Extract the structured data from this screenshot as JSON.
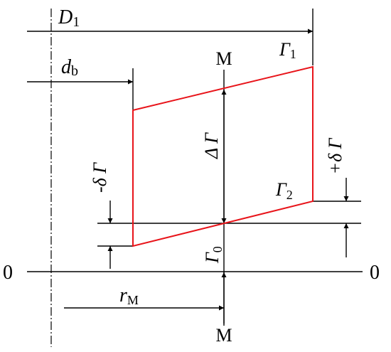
{
  "diagram": {
    "colors": {
      "profile": "#e8141a",
      "lines": "#000000"
    },
    "labels": {
      "D": "D",
      "D_sub": "1",
      "d": "d",
      "d_sub": "b",
      "M_top": "M",
      "M_bottom": "M",
      "gamma1": "Γ",
      "gamma1_sub": "1",
      "gamma2": "Γ",
      "gamma2_sub": "2",
      "gamma0": "Γ",
      "gamma0_sub": "0",
      "delta_gamma": "Δ Γ",
      "minus_dgamma": "-δ Γ",
      "plus_dgamma": "+δ Γ",
      "zero_left": "0",
      "zero_right": "0",
      "r": "r",
      "r_sub": "M"
    }
  }
}
